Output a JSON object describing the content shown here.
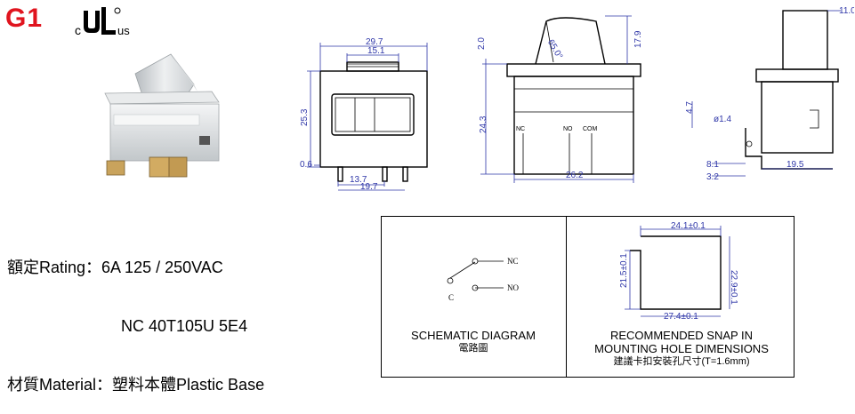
{
  "header": {
    "model": "G1",
    "cert_c": "c",
    "cert_us": "us",
    "cert_logo": "ul-recognized-logo"
  },
  "specs": {
    "rating_label": "額定Rating：",
    "rating_value": "6A 125 / 250VAC",
    "rating_value2": "NC 40T105U 5E4",
    "material_label": "材質Material：",
    "material_value": "塑料本體Plastic Base"
  },
  "front_view": {
    "width": "29.7",
    "top_width": "15.1",
    "height": "25.3",
    "offset": "0.6",
    "pin_a": "13.7",
    "pin_b": "19.7"
  },
  "side_view": {
    "angle": "65.0°",
    "top_h": "2.0",
    "total_h": "17.9",
    "body_h": "24.3",
    "width": "26.2",
    "terminals": [
      "NC",
      "NO",
      "COM"
    ]
  },
  "end_view": {
    "top": "11.0",
    "left_h": "4.7",
    "hole": "ø1.4",
    "d1": "8.1",
    "d2": "3.2",
    "width": "19.5"
  },
  "schematic": {
    "nc": "NC",
    "no": "NO",
    "c": "C",
    "title": "SCHEMATIC DIAGRAM",
    "title_cn": "電路圖"
  },
  "mounting": {
    "top_dim": "24.1±0.1",
    "bottom_dim": "27.4±0.1",
    "left_dim": "21.5±0.1",
    "right_dim": "22.9±0.1",
    "title1": "RECOMMENDED SNAP IN",
    "title2": "MOUNTING HOLE DIMENSIONS",
    "title_cn": "建議卡扣安裝孔尺寸(T=1.6mm)"
  }
}
